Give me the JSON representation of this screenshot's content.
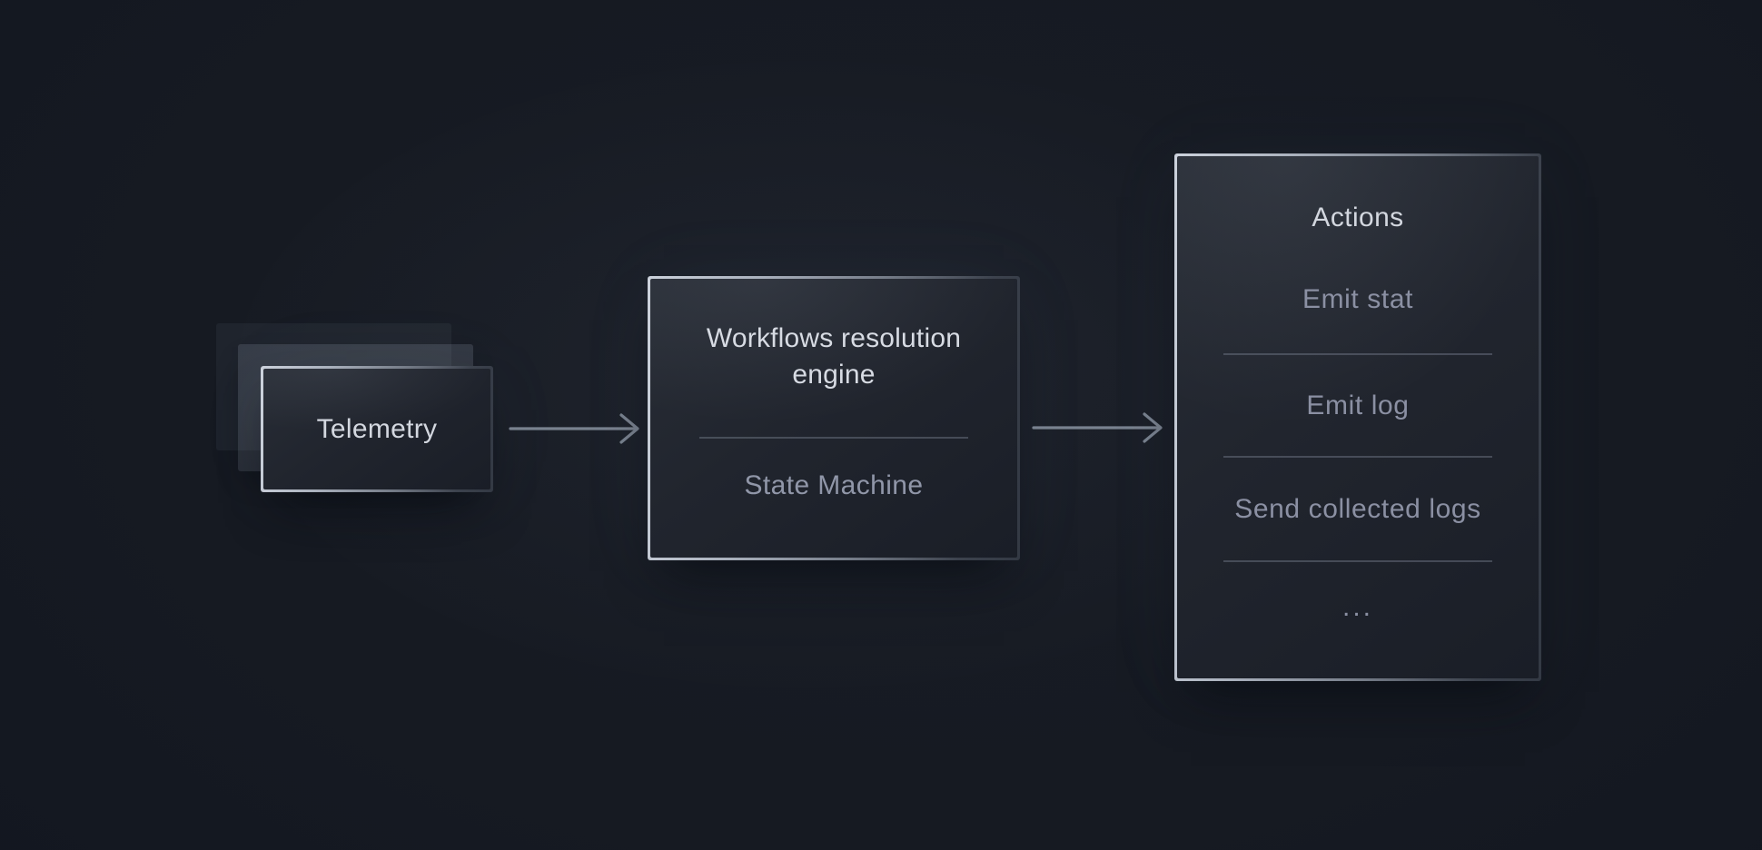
{
  "telemetry": {
    "label": "Telemetry"
  },
  "engine": {
    "title": "Workflows resolution engine",
    "subtitle": "State Machine"
  },
  "actions": {
    "title": "Actions",
    "items": [
      "Emit stat",
      "Emit log",
      "Send collected logs",
      "..."
    ]
  },
  "colors": {
    "background": "#161a22",
    "box_fill": "#21252e",
    "border_light": "#ccd2dc",
    "border_dark": "#333944",
    "text_bright": "#d7dbe3",
    "text_muted": "#8b90a3",
    "divider": "#4a505c",
    "arrow": "#79828f"
  }
}
